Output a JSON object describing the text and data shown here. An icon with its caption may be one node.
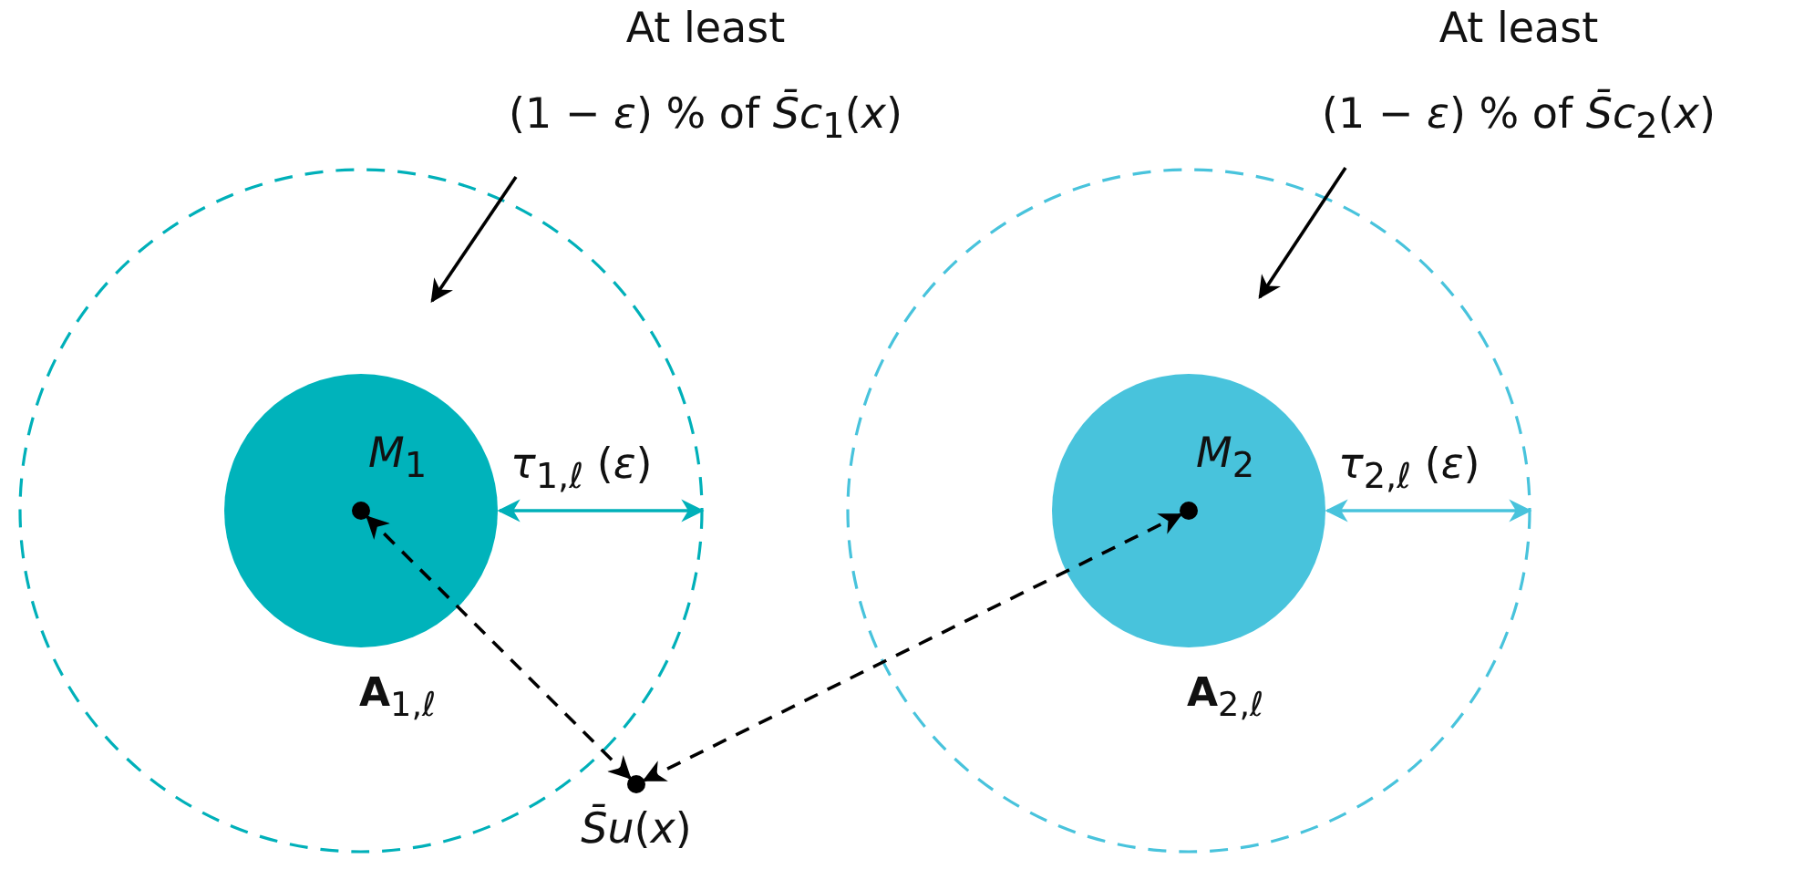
{
  "diagram": {
    "nodes": [
      {
        "text": [],
        "shape": "circle"
      },
      {
        "text": [
          "*M*$_{1}$"
        ],
        "in": 0,
        "beside": [
          "**A**$_{1,ℓ}$"
        ]
      },
      {
        "text": [
          "At least",
          "(1 − *ε*) % of *S̄c*$_{1}$(*x*)"
        ]
      },
      {
        "text": [],
        "shape": "circle"
      },
      {
        "text": [
          "*M*$_{2}$"
        ],
        "in": 3,
        "beside": [
          "**A**$_{2,ℓ}$"
        ]
      },
      {
        "text": [
          "At least",
          "(1 − *ε*) % of *S̄c*$_{2}$(*x*)"
        ]
      },
      {
        "text": [
          "*S̄u*(*x*)"
        ]
      }
    ],
    "edges": [
      {
        "from": 2,
        "to": null,
        "arrow": "to"
      },
      {
        "from": 5,
        "to": null,
        "arrow": "to"
      },
      {
        "from": 6,
        "to": 1,
        "arrow": "both",
        "style": "dashed"
      },
      {
        "from": 6,
        "to": 4,
        "arrow": "both",
        "style": "dashed"
      },
      {
        "from": 1,
        "to": 0,
        "arrow": "both",
        "label": "*τ*$_{1,ℓ}$ (*ε*)",
        "color": "#00b0b9"
      },
      {
        "from": 4,
        "to": 3,
        "arrow": "both",
        "label": "*τ*$_{2,ℓ}$ (*ε*)",
        "color": "#48c3dc"
      }
    ]
  }
}
